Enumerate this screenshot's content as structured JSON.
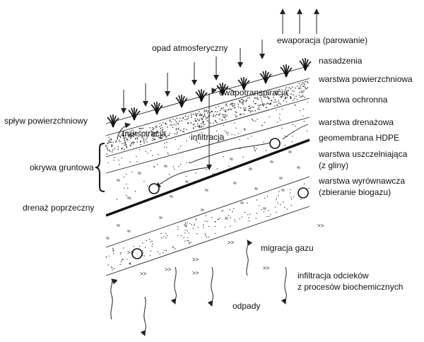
{
  "labels": {
    "ewaporacja": "ewaporacja (parowanie)",
    "opad": "opad atmosferyczny",
    "nasadzenia": "nasadzenia",
    "warstwa_powierzchniowa": "warstwa powierzchniowa",
    "ewapotranspiracja": "ewapotranspiracja",
    "warstwa_ochronna": "warstwa ochronna",
    "splyw": "spływ powierzchniowy",
    "transpiracja": "transpiracja",
    "warstwa_drenazowa": "warstwa drenażowa",
    "infiltracja": "infiltracja",
    "geomembrana": "geomembrana HDPE",
    "warstwa_uszczelniajaca_1": "warstwa uszczelniająca",
    "warstwa_uszczelniajaca_2": "(z gliny)",
    "okrywa": "okrywa gruntowa",
    "warstwa_wyrownawcza_1": "warstwa wyrównawcza",
    "warstwa_wyrownawcza_2": "(zbieranie biogazu)",
    "drenaz": "drenaż poprzeczny",
    "migracja": "migracja gazu",
    "infiltracja_odciekow_1": "infiltracja odcieków",
    "infiltracja_odciekow_2": "z procesów biochemicznych",
    "odpady": "odpady"
  },
  "colors": {
    "ink": "#111111",
    "background": "#ffffff"
  }
}
